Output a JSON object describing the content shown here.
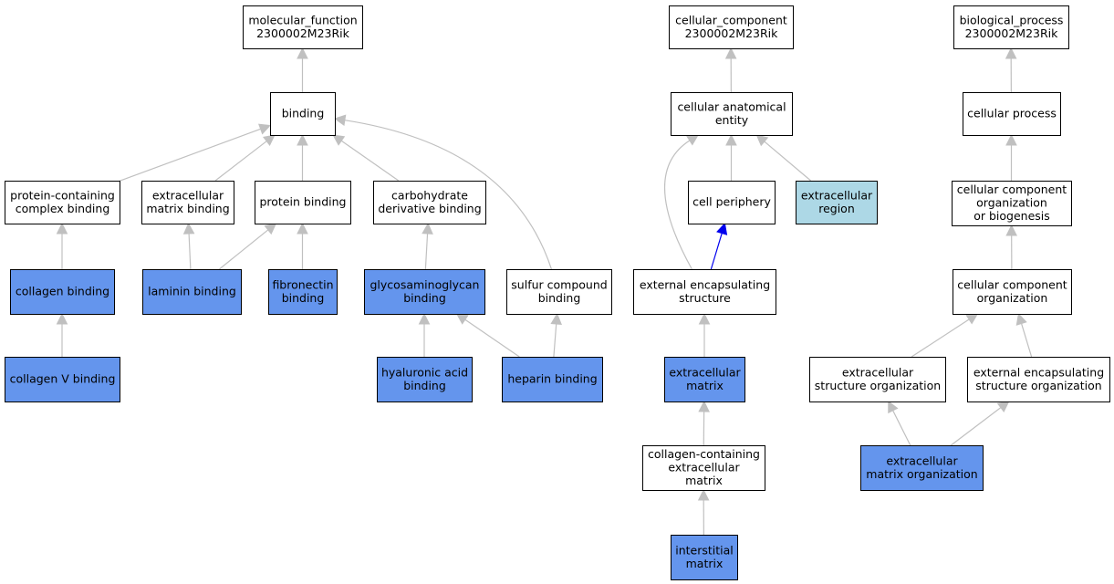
{
  "colors": {
    "default": "#ffffff",
    "annotated": "#6495ed",
    "cellular_component_root_child": "#add8e6",
    "is_a_edge": "#c0c0c0",
    "part_of_edge": "#0000ee",
    "border": "#000000"
  },
  "nodes": [
    {
      "id": "mf_root",
      "lines": [
        "molecular_function",
        "2300002M23Rik"
      ],
      "style": "default"
    },
    {
      "id": "binding",
      "lines": [
        "binding"
      ],
      "style": "default"
    },
    {
      "id": "protein_containing_complex_binding",
      "lines": [
        "protein-containing",
        "complex binding"
      ],
      "style": "default"
    },
    {
      "id": "extracellular_matrix_binding",
      "lines": [
        "extracellular",
        "matrix binding"
      ],
      "style": "default"
    },
    {
      "id": "protein_binding",
      "lines": [
        "protein binding"
      ],
      "style": "default"
    },
    {
      "id": "carbohydrate_derivative_binding",
      "lines": [
        "carbohydrate",
        "derivative binding"
      ],
      "style": "default"
    },
    {
      "id": "sulfur_compound_binding",
      "lines": [
        "sulfur compound",
        "binding"
      ],
      "style": "default"
    },
    {
      "id": "collagen_binding",
      "lines": [
        "collagen binding"
      ],
      "style": "annotated"
    },
    {
      "id": "laminin_binding",
      "lines": [
        "laminin binding"
      ],
      "style": "annotated"
    },
    {
      "id": "fibronectin_binding",
      "lines": [
        "fibronectin",
        "binding"
      ],
      "style": "annotated"
    },
    {
      "id": "glycosaminoglycan_binding",
      "lines": [
        "glycosaminoglycan",
        "binding"
      ],
      "style": "annotated"
    },
    {
      "id": "collagen_v_binding",
      "lines": [
        "collagen V binding"
      ],
      "style": "annotated"
    },
    {
      "id": "hyaluronic_acid_binding",
      "lines": [
        "hyaluronic acid",
        "binding"
      ],
      "style": "annotated"
    },
    {
      "id": "heparin_binding",
      "lines": [
        "heparin binding"
      ],
      "style": "annotated"
    },
    {
      "id": "cc_root",
      "lines": [
        "cellular_component",
        "2300002M23Rik"
      ],
      "style": "default"
    },
    {
      "id": "cellular_anatomical_entity",
      "lines": [
        "cellular anatomical",
        "entity"
      ],
      "style": "default"
    },
    {
      "id": "cell_periphery",
      "lines": [
        "cell periphery"
      ],
      "style": "default"
    },
    {
      "id": "extracellular_region",
      "lines": [
        "extracellular",
        "region"
      ],
      "style": "cellular_component_root_child"
    },
    {
      "id": "external_encapsulating_structure",
      "lines": [
        "external encapsulating",
        "structure"
      ],
      "style": "default"
    },
    {
      "id": "extracellular_matrix",
      "lines": [
        "extracellular",
        "matrix"
      ],
      "style": "annotated"
    },
    {
      "id": "collagen_containing_extracellular_matrix",
      "lines": [
        "collagen-containing",
        "extracellular",
        "matrix"
      ],
      "style": "default"
    },
    {
      "id": "interstitial_matrix",
      "lines": [
        "interstitial",
        "matrix"
      ],
      "style": "annotated"
    },
    {
      "id": "bp_root",
      "lines": [
        "biological_process",
        "2300002M23Rik"
      ],
      "style": "default"
    },
    {
      "id": "cellular_process",
      "lines": [
        "cellular process"
      ],
      "style": "default"
    },
    {
      "id": "cellular_component_organization_or_biogenesis",
      "lines": [
        "cellular component",
        "organization",
        "or biogenesis"
      ],
      "style": "default"
    },
    {
      "id": "cellular_component_organization",
      "lines": [
        "cellular component",
        "organization"
      ],
      "style": "default"
    },
    {
      "id": "extracellular_structure_organization",
      "lines": [
        "extracellular",
        "structure organization"
      ],
      "style": "default"
    },
    {
      "id": "external_encapsulating_structure_organization",
      "lines": [
        "external encapsulating",
        "structure organization"
      ],
      "style": "default"
    },
    {
      "id": "extracellular_matrix_organization",
      "lines": [
        "extracellular",
        "matrix organization"
      ],
      "style": "annotated"
    }
  ],
  "edges": [
    {
      "from": "binding",
      "to": "mf_root",
      "type": "is_a"
    },
    {
      "from": "protein_containing_complex_binding",
      "to": "binding",
      "type": "is_a"
    },
    {
      "from": "extracellular_matrix_binding",
      "to": "binding",
      "type": "is_a"
    },
    {
      "from": "protein_binding",
      "to": "binding",
      "type": "is_a"
    },
    {
      "from": "carbohydrate_derivative_binding",
      "to": "binding",
      "type": "is_a"
    },
    {
      "from": "sulfur_compound_binding",
      "to": "binding",
      "type": "is_a"
    },
    {
      "from": "collagen_binding",
      "to": "protein_containing_complex_binding",
      "type": "is_a"
    },
    {
      "from": "collagen_v_binding",
      "to": "collagen_binding",
      "type": "is_a"
    },
    {
      "from": "laminin_binding",
      "to": "extracellular_matrix_binding",
      "type": "is_a"
    },
    {
      "from": "laminin_binding",
      "to": "protein_binding",
      "type": "is_a"
    },
    {
      "from": "fibronectin_binding",
      "to": "protein_binding",
      "type": "is_a"
    },
    {
      "from": "glycosaminoglycan_binding",
      "to": "carbohydrate_derivative_binding",
      "type": "is_a"
    },
    {
      "from": "hyaluronic_acid_binding",
      "to": "glycosaminoglycan_binding",
      "type": "is_a"
    },
    {
      "from": "heparin_binding",
      "to": "glycosaminoglycan_binding",
      "type": "is_a"
    },
    {
      "from": "heparin_binding",
      "to": "sulfur_compound_binding",
      "type": "is_a"
    },
    {
      "from": "cellular_anatomical_entity",
      "to": "cc_root",
      "type": "is_a"
    },
    {
      "from": "cell_periphery",
      "to": "cellular_anatomical_entity",
      "type": "is_a"
    },
    {
      "from": "extracellular_region",
      "to": "cellular_anatomical_entity",
      "type": "is_a"
    },
    {
      "from": "external_encapsulating_structure",
      "to": "cellular_anatomical_entity",
      "type": "is_a"
    },
    {
      "from": "external_encapsulating_structure",
      "to": "cell_periphery",
      "type": "part_of"
    },
    {
      "from": "extracellular_matrix",
      "to": "external_encapsulating_structure",
      "type": "is_a"
    },
    {
      "from": "collagen_containing_extracellular_matrix",
      "to": "extracellular_matrix",
      "type": "is_a"
    },
    {
      "from": "interstitial_matrix",
      "to": "collagen_containing_extracellular_matrix",
      "type": "is_a"
    },
    {
      "from": "cellular_process",
      "to": "bp_root",
      "type": "is_a"
    },
    {
      "from": "cellular_component_organization_or_biogenesis",
      "to": "cellular_process",
      "type": "is_a"
    },
    {
      "from": "cellular_component_organization",
      "to": "cellular_component_organization_or_biogenesis",
      "type": "is_a"
    },
    {
      "from": "extracellular_structure_organization",
      "to": "cellular_component_organization",
      "type": "is_a"
    },
    {
      "from": "external_encapsulating_structure_organization",
      "to": "cellular_component_organization",
      "type": "is_a"
    },
    {
      "from": "extracellular_matrix_organization",
      "to": "extracellular_structure_organization",
      "type": "is_a"
    },
    {
      "from": "extracellular_matrix_organization",
      "to": "external_encapsulating_structure_organization",
      "type": "is_a"
    }
  ]
}
